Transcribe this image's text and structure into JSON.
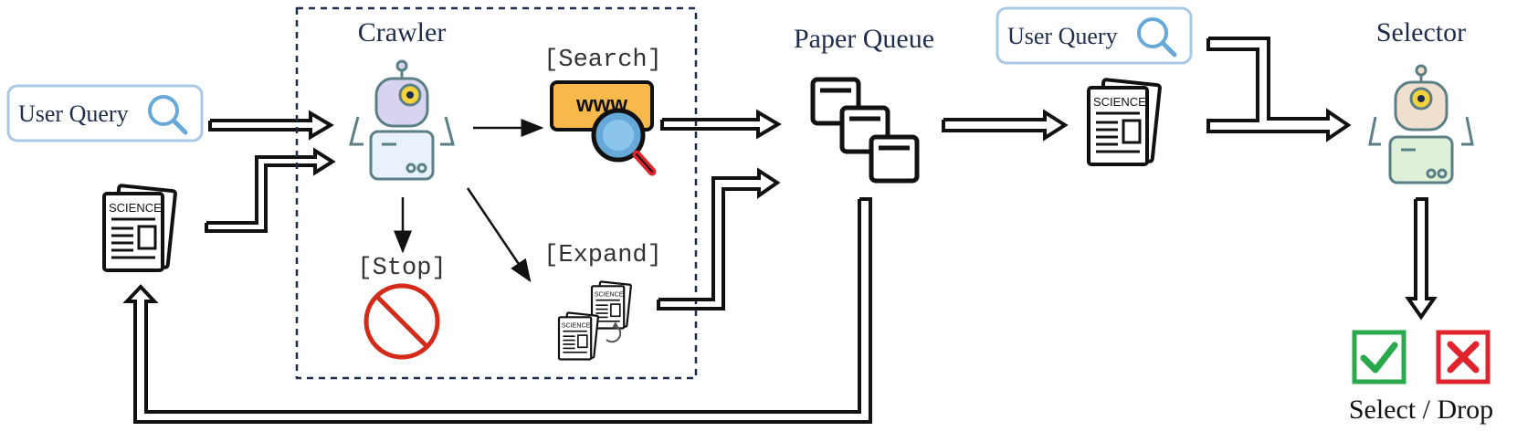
{
  "crawler": {
    "title": "Crawler"
  },
  "actions": {
    "search": "[Search]",
    "stop": "[Stop]",
    "expand": "[Expand]"
  },
  "user_query_label": "User Query",
  "newspaper_label": "SCIENCE",
  "paper_queue": {
    "title": "Paper Queue"
  },
  "selector": {
    "title": "Selector"
  },
  "result": {
    "label": "Select / Drop"
  },
  "colors": {
    "ink": "#111111",
    "navy": "#1f2d4d",
    "query_border": "#a9c8e6",
    "query_text": "#1f2d4d",
    "search_icon": "#66a9d9",
    "crawler_head": "#d8d4ef",
    "crawler_body": "#e9f1fb",
    "crawler_eye": "#f4d23c",
    "selector_head": "#f0dfcf",
    "selector_body": "#dff0d8",
    "robot_stroke": "#5b7f86",
    "stop_red": "#d42a1a",
    "www_orange": "#f7b94a",
    "check_green": "#29a94b",
    "cross_red": "#e0242d"
  }
}
